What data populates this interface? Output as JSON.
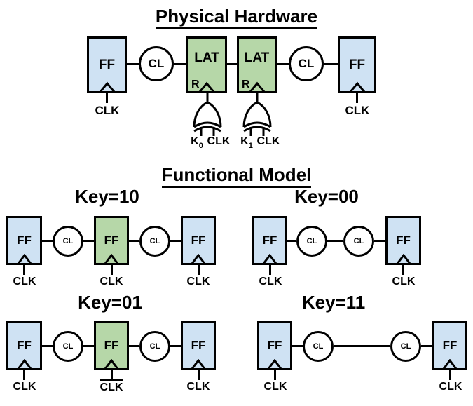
{
  "colors": {
    "ff_fill": "#cfe2f3",
    "lat_fill": "#b6d7a8",
    "line": "#000000",
    "background": "#ffffff"
  },
  "physical_hardware": {
    "title": "Physical Hardware",
    "ff1": "FF",
    "cl1": "CL",
    "lat1": "LAT",
    "lat2": "LAT",
    "cl2": "CL",
    "ff2": "FF",
    "r1": "R",
    "r2": "R",
    "clk_left": "CLK",
    "clk_right": "CLK",
    "gate1_key": "K",
    "gate1_key_sub": "0",
    "gate1_clk": "CLK",
    "gate2_key": "K",
    "gate2_key_sub": "1",
    "gate2_clk": "CLK"
  },
  "functional_model": {
    "title": "Functional Model",
    "key10": {
      "heading": "Key=10",
      "ff1": "FF",
      "cl1": "CL",
      "ff2": "FF",
      "cl2": "CL",
      "ff3": "FF",
      "clk1": "CLK",
      "clk2": "CLK",
      "clk3": "CLK"
    },
    "key00": {
      "heading": "Key=00",
      "ff1": "FF",
      "cl1": "CL",
      "cl2": "CL",
      "ff2": "FF",
      "clk1": "CLK",
      "clk2": "CLK"
    },
    "key01": {
      "heading": "Key=01",
      "ff1": "FF",
      "cl1": "CL",
      "ff2": "FF",
      "cl2": "CL",
      "ff3": "FF",
      "clk1": "CLK",
      "clk2": "CLK",
      "clk2_overlined": true,
      "clk3": "CLK"
    },
    "key11": {
      "heading": "Key=11",
      "ff1": "FF",
      "cl1": "CL",
      "cl2": "CL",
      "ff2": "FF",
      "clk1": "CLK",
      "clk2": "CLK"
    }
  }
}
